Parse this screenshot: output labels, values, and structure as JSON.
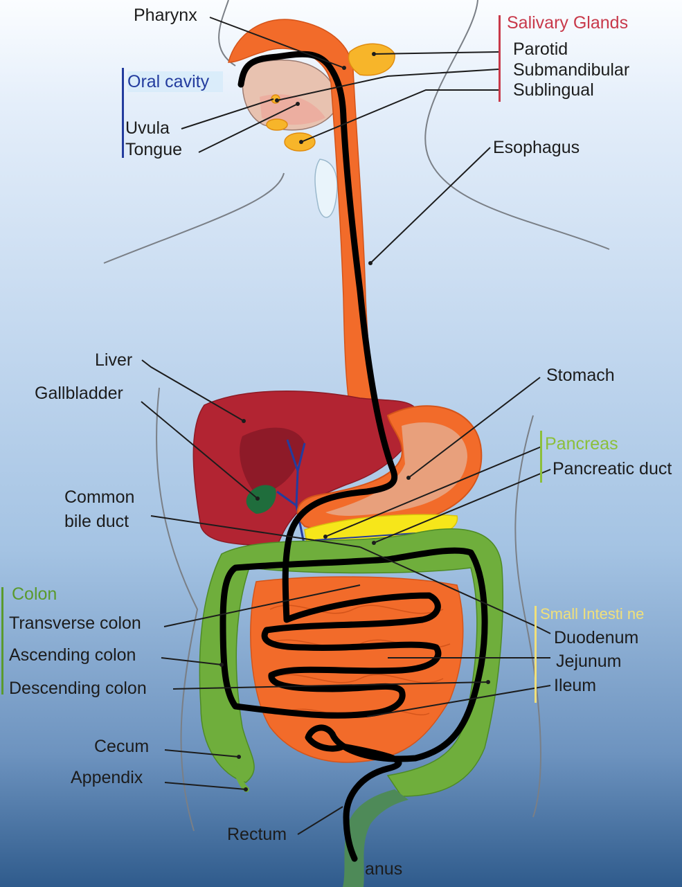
{
  "labels": {
    "pharynx": "Pharynx",
    "oral_cavity": "Oral cavity",
    "uvula": "Uvula",
    "tongue": "Tongue",
    "salivary_glands": "Salivary Glands",
    "parotid": "Parotid",
    "submandibular": "Submandibular",
    "sublingual": "Sublingual",
    "esophagus": "Esophagus",
    "liver": "Liver",
    "gallbladder": "Gallbladder",
    "common_bile_duct_1": "Common",
    "common_bile_duct_2": "bile duct",
    "stomach": "Stomach",
    "pancreas": "Pancreas",
    "pancreatic_duct": "Pancreatic duct",
    "colon": "Colon",
    "transverse_colon": "Transverse colon",
    "ascending_colon": "Ascending colon",
    "descending_colon": "Descending colon",
    "cecum": "Cecum",
    "appendix": "Appendix",
    "small_intestine": "Small Intesti ne",
    "duodenum": "Duodenum",
    "jejunum": "Jejunum",
    "ileum": "Ileum",
    "rectum": "Rectum",
    "anus": "anus"
  },
  "colors": {
    "salivary_glands": "#c8394a",
    "oral_cavity": "#233c9e",
    "colon": "#5a9a2d",
    "pancreas": "#8cbf3a",
    "small_intestine": "#f1e07a",
    "liver": "#b22432",
    "organ_orange": "#f26b2a",
    "colon_green": "#6fae3c",
    "pancreas_yellow": "#f6e61a",
    "overlay_path": "#000000"
  }
}
